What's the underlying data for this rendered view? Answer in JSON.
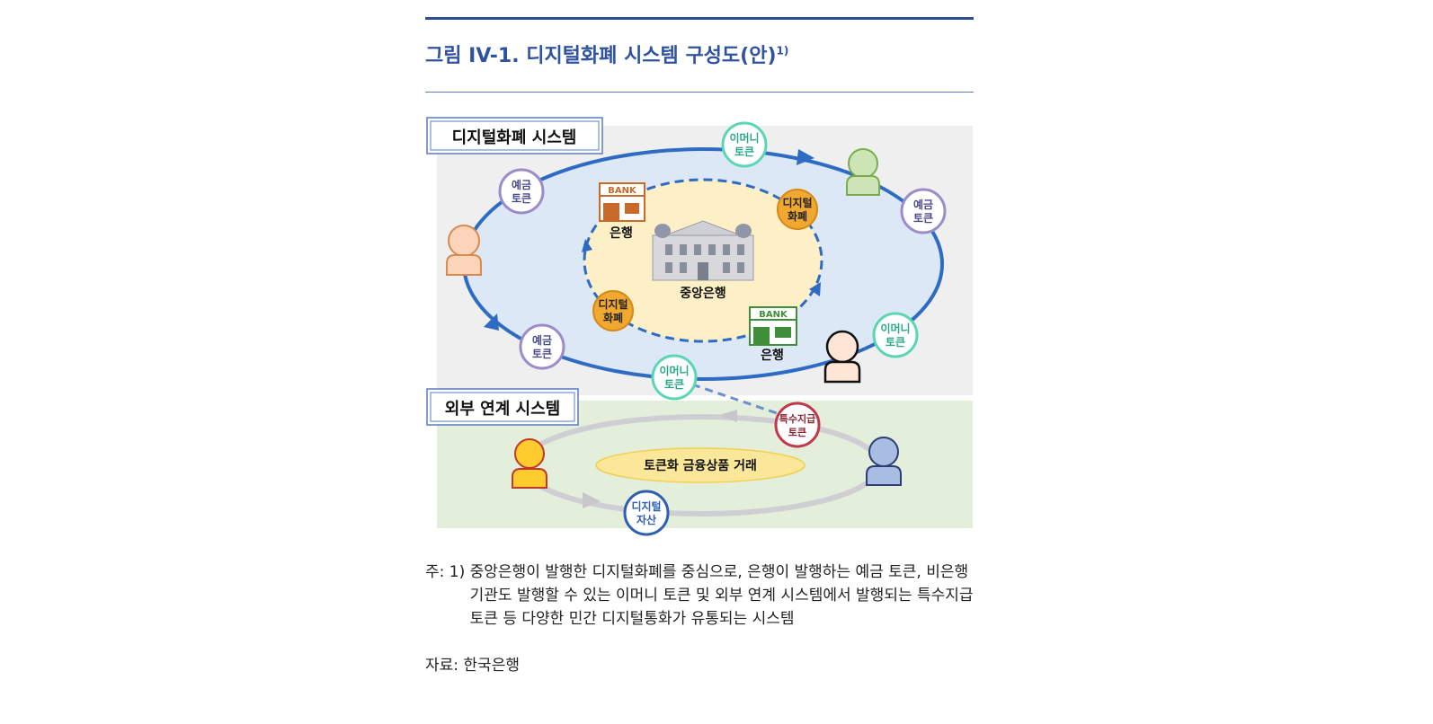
{
  "figure": {
    "title": "그림 IV-1. 디지털화폐 시스템 구성도(안)",
    "title_sup": "1)"
  },
  "sections": {
    "digital": "디지털화폐 시스템",
    "external": "외부 연계 시스템"
  },
  "nodes": {
    "bank_sign": "BANK",
    "bank_label": "은행",
    "central_bank": "중앙은행",
    "inner_ellipse_label": "토큰화 금융상품 거래"
  },
  "tokens": {
    "emoney": [
      "이머니",
      "토큰"
    ],
    "deposit": [
      "예금",
      "토큰"
    ],
    "digital_currency": [
      "디지털",
      "화폐"
    ],
    "special": [
      "특수지급",
      "토큰"
    ],
    "digital_asset": [
      "디지털",
      "자산"
    ]
  },
  "colors": {
    "title_blue": "#2f53a0",
    "main_ring": "#2e6bc2",
    "emoney_ring": "#5ad6b4",
    "deposit_ring": "#9b8cc9",
    "gold": "#f0a830",
    "special_ring": "#c0394a",
    "asset_ring": "#2e5fb0"
  },
  "note": {
    "prefix": "주: 1)",
    "text": "중앙은행이 발행한 디지털화폐를 중심으로, 은행이 발행하는 예금 토큰, 비은행기관도 발행할 수 있는 이머니 토큰 및 외부 연계 시스템에서 발행되는 특수지급토큰 등 다양한 민간 디지털통화가 유통되는 시스템"
  },
  "source": "자료: 한국은행"
}
